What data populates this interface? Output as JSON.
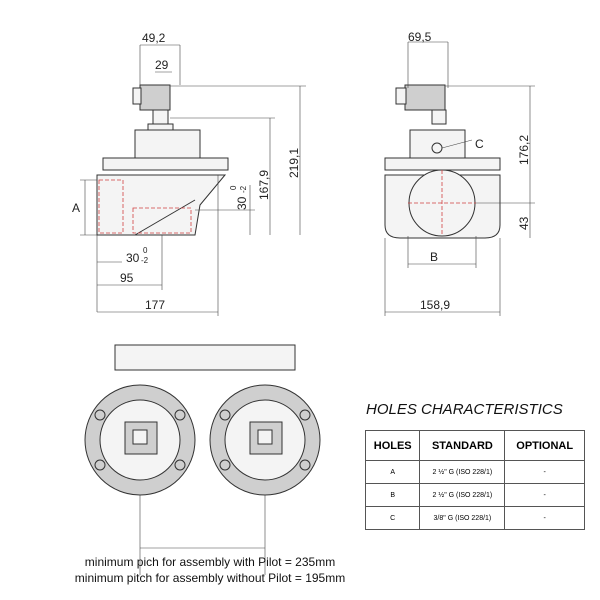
{
  "side_view": {
    "dim_top_outer": "49,2",
    "dim_top_inner": "29",
    "dim_height_total": "219,1",
    "dim_height_body": "167,9",
    "dim_thread_v": "30",
    "dim_thread_v_tol_up": "0",
    "dim_thread_v_tol_low": "-2",
    "dim_thread_h": "30",
    "dim_thread_h_tol_up": "0",
    "dim_thread_h_tol_low": "-2",
    "dim_95": "95",
    "dim_177": "177",
    "hole_label": "A"
  },
  "front_view": {
    "dim_top": "69,5",
    "dim_height": "176,2",
    "dim_43": "43",
    "dim_width": "158,9",
    "hole_b_label": "B",
    "hole_c_label": "C"
  },
  "holes_table": {
    "title": "HOLES CHARACTERISTICS",
    "headers": [
      "HOLES",
      "STANDARD",
      "OPTIONAL"
    ],
    "rows": [
      {
        "hole": "A",
        "standard": "2 ½\" G (ISO 228/1)",
        "optional": "-"
      },
      {
        "hole": "B",
        "standard": "2 ½\" G (ISO 228/1)",
        "optional": "-"
      },
      {
        "hole": "C",
        "standard": "3/8\" G (ISO 228/1)",
        "optional": "-"
      }
    ]
  },
  "notes": {
    "with_pilot": "minimum pich for assembly with Pilot = 235mm",
    "without_pilot": "minimum pitch for assembly without Pilot = 195mm"
  }
}
